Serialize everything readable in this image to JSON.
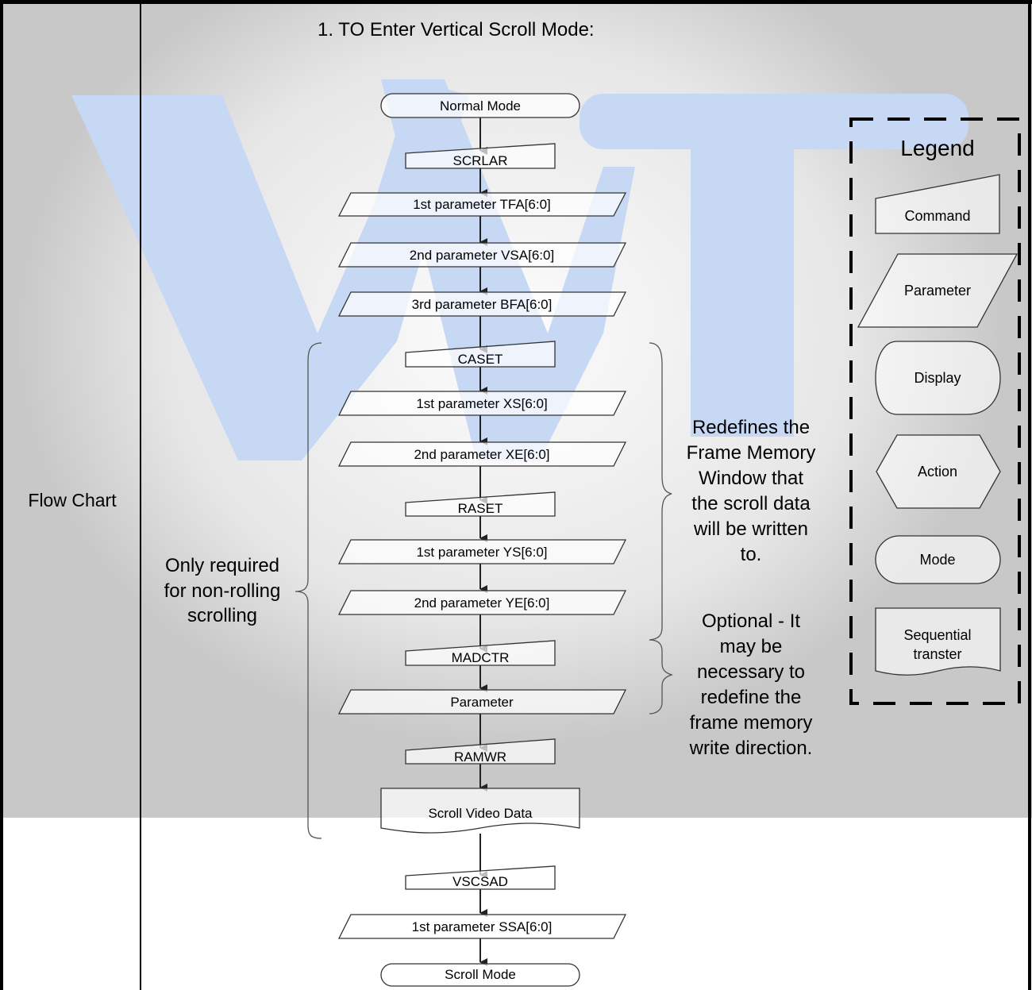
{
  "row_label": "Flow Chart",
  "heading": "1. TO Enter Vertical Scroll Mode:",
  "flow": {
    "normal_mode": "Normal Mode",
    "scrlar": "SCRLAR",
    "scrlar_p1": "1st parameter TFA[6:0]",
    "scrlar_p2": "2nd parameter VSA[6:0]",
    "scrlar_p3": "3rd parameter BFA[6:0]",
    "caset": "CASET",
    "caset_p1": "1st parameter XS[6:0]",
    "caset_p2": "2nd parameter XE[6:0]",
    "raset": "RASET",
    "raset_p1": "1st parameter YS[6:0]",
    "raset_p2": "2nd parameter YE[6:0]",
    "madctr": "MADCTR",
    "madctr_p": "Parameter",
    "ramwr": "RAMWR",
    "scroll_data": "Scroll Video Data",
    "vscsad": "VSCSAD",
    "vscsad_p1": "1st parameter SSA[6:0]",
    "scroll_mode": "Scroll Mode"
  },
  "notes": {
    "only_required": [
      "Only required",
      "for non-rolling",
      "scrolling"
    ],
    "redefines": [
      "Redefines the",
      "Frame Memory",
      "Window that",
      "the scroll data",
      "will be written",
      "to."
    ],
    "optional": [
      "Optional - It",
      "may be",
      "necessary to",
      "redefine the",
      "frame memory",
      "write direction."
    ]
  },
  "legend": {
    "title": "Legend",
    "command": "Command",
    "parameter": "Parameter",
    "display": "Display",
    "action": "Action",
    "mode": "Mode",
    "sequential": [
      "Sequential",
      "transter"
    ]
  },
  "colors": {
    "watermark_blue": "#c6d8f3",
    "grey_band": "#c8c8c8",
    "line": "#000000"
  }
}
